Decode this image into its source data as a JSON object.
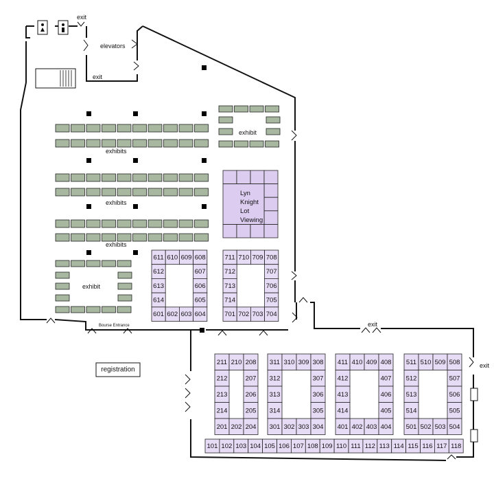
{
  "colors": {
    "exhibit_table": "#a8b8a0",
    "booth": "#e7dcf5",
    "lot_viewing": "#dcccf0",
    "wall": "#111111",
    "pillar": "#000000"
  },
  "labels": {
    "exit_top": "exit",
    "elevators": "elevators",
    "exit_elevators": "exit",
    "exhibit_right": "exhibit",
    "exhibits_1": "exhibits",
    "exhibits_2": "exhibits",
    "exhibits_3": "exhibits",
    "exhibit_left": "exhibit",
    "lot_line1": "Lyn",
    "lot_line2": "Knight",
    "lot_line3": "Lot",
    "lot_line4": "Viewing",
    "bourse_entrance": "Bourse Entrance",
    "exit_annex": "exit",
    "exit_right": "exit",
    "registration": "registration"
  },
  "booths": {
    "b600_top": [
      "611",
      "610",
      "609",
      "608"
    ],
    "b600_left": [
      "612",
      "613",
      "614"
    ],
    "b600_right": [
      "607",
      "606",
      "605"
    ],
    "b600_bottom": [
      "601",
      "602",
      "603",
      "604"
    ],
    "b700_top": [
      "711",
      "710",
      "709",
      "708"
    ],
    "b700_left": [
      "712",
      "713",
      "714"
    ],
    "b700_right": [
      "707",
      "706",
      "705"
    ],
    "b700_bottom": [
      "701",
      "702",
      "703",
      "704"
    ],
    "b200_top": [
      "211",
      "210",
      "208"
    ],
    "b200_left": [
      "212",
      "213",
      "214"
    ],
    "b200_right": [
      "207",
      "206",
      "205"
    ],
    "b200_bottom": [
      "201",
      "202",
      "204"
    ],
    "b300_top": [
      "311",
      "310",
      "309",
      "308"
    ],
    "b300_left": [
      "312",
      "313",
      "314"
    ],
    "b300_right": [
      "307",
      "306",
      "305"
    ],
    "b300_bottom": [
      "301",
      "302",
      "303",
      "304"
    ],
    "b400_top": [
      "411",
      "410",
      "409",
      "408"
    ],
    "b400_left": [
      "412",
      "413",
      "414"
    ],
    "b400_right": [
      "407",
      "406",
      "405"
    ],
    "b400_bottom": [
      "401",
      "402",
      "403",
      "404"
    ],
    "b500_top": [
      "511",
      "510",
      "509",
      "508"
    ],
    "b500_left": [
      "512",
      "513",
      "514"
    ],
    "b500_right": [
      "507",
      "506",
      "505"
    ],
    "b500_bottom": [
      "501",
      "502",
      "503",
      "504"
    ],
    "b100_row": [
      "101",
      "102",
      "103",
      "104",
      "105",
      "106",
      "107",
      "108",
      "109",
      "110",
      "111",
      "112",
      "113",
      "114",
      "115",
      "116",
      "117",
      "118"
    ]
  }
}
